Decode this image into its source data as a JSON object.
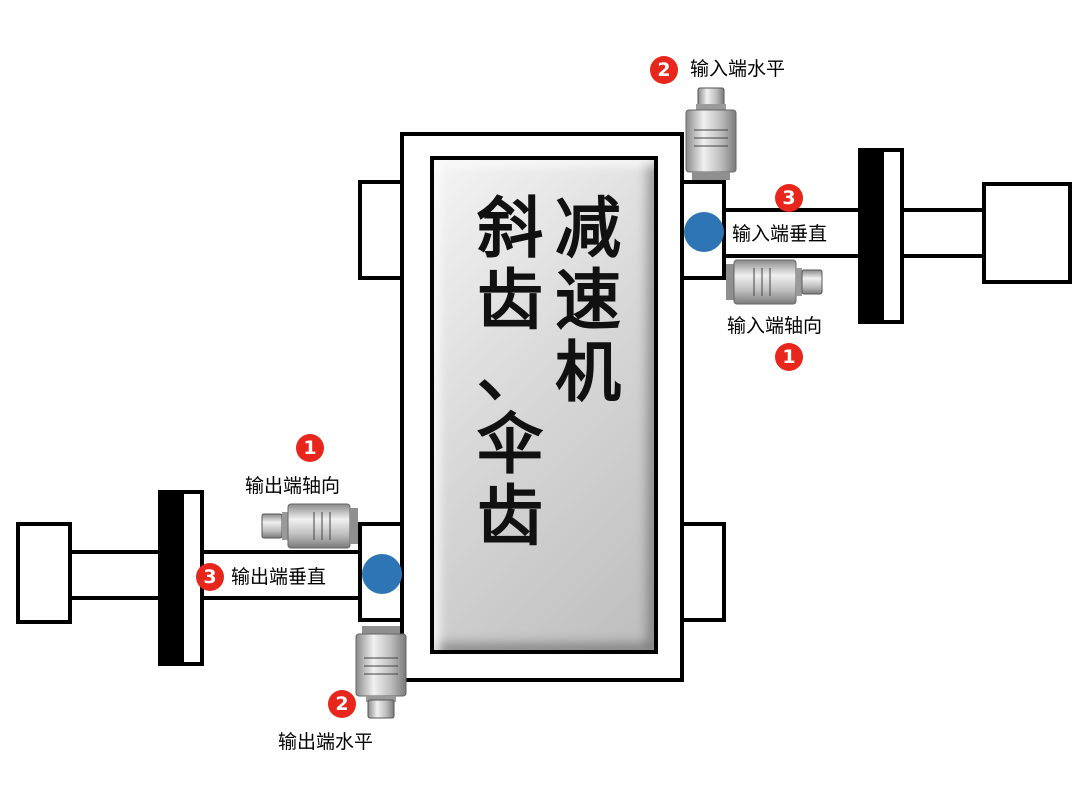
{
  "title": {
    "column_1": [
      "斜",
      "齿",
      "、",
      "伞",
      "齿"
    ],
    "column_2": [
      "减",
      "速",
      "机"
    ]
  },
  "annotations": {
    "input_horizontal": {
      "number": "2",
      "label": "输入端水平"
    },
    "input_vertical": {
      "number": "3",
      "label": "输入端垂直"
    },
    "input_axial": {
      "number": "1",
      "label": "输入端轴向"
    },
    "output_axial": {
      "number": "1",
      "label": "输出端轴向"
    },
    "output_vertical": {
      "number": "3",
      "label": "输出端垂直"
    },
    "output_horizontal": {
      "number": "2",
      "label": "输出端水平"
    }
  },
  "colors": {
    "badge": "#e8261b",
    "measurement_point": "#2e75b6",
    "outline": "#000000"
  },
  "icons": {
    "sensor": "accelerometer-sensor-icon",
    "measurement_point": "measurement-point-dot"
  }
}
